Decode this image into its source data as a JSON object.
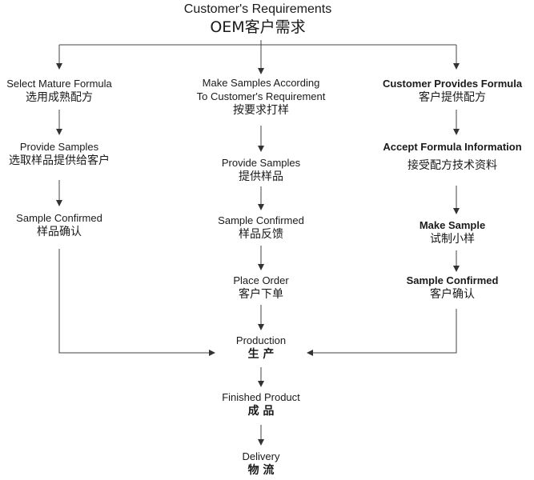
{
  "title": {
    "en": "Customer's Requirements",
    "zh": "OEM客户需求"
  },
  "left": {
    "steps": [
      {
        "en": "Select Mature Formula",
        "zh": "选用成熟配方"
      },
      {
        "en": "Provide Samples",
        "zh": "选取样品提供给客户"
      },
      {
        "en": "Sample Confirmed",
        "zh": "样品确认"
      }
    ]
  },
  "middle": {
    "steps": [
      {
        "en1": "Make Samples According",
        "en2": "To Customer's Requirement",
        "zh": "按要求打样"
      },
      {
        "en": "Provide Samples",
        "zh": "提供样品"
      },
      {
        "en": "Sample Confirmed",
        "zh": "样品反馈"
      },
      {
        "en": "Place Order",
        "zh": "客户下单"
      }
    ]
  },
  "right": {
    "steps": [
      {
        "en": "Customer Provides Formula",
        "zh": "客户提供配方"
      },
      {
        "en": "Accept Formula Information",
        "zh": "接受配方技术资料"
      },
      {
        "en": "Make Sample",
        "zh": "试制小样"
      },
      {
        "en": "Sample Confirmed",
        "zh": "客户确认"
      }
    ]
  },
  "final": {
    "production": {
      "en": "Production",
      "zh": "生 产"
    },
    "finished": {
      "en": "Finished Product",
      "zh": "成 品"
    },
    "delivery": {
      "en": "Delivery",
      "zh": "物 流"
    }
  }
}
